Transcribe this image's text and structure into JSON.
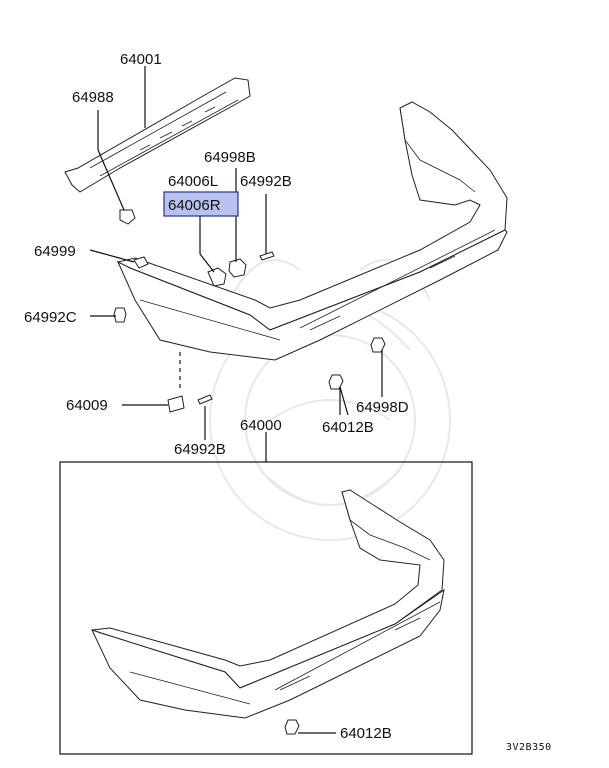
{
  "labels": {
    "p64001": "64001",
    "p64988": "64988",
    "p64998B": "64998B",
    "p64006L": "64006L",
    "p64992B_top": "64992B",
    "p64006R": "64006R",
    "p64999": "64999",
    "p64992C": "64992C",
    "p64009": "64009",
    "p64992B_bottom": "64992B",
    "p64000": "64000",
    "p64998D": "64998D",
    "p64012B_mid": "64012B",
    "p64012B_low": "64012B"
  },
  "diagram_code": "3V2B350",
  "highlight_color": "#b9c2ee"
}
